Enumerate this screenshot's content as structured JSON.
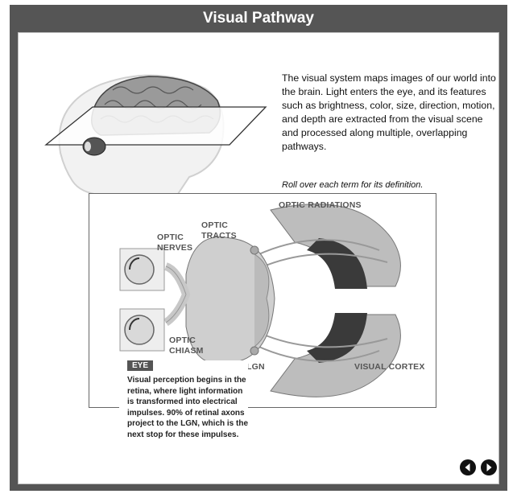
{
  "window": {
    "title": "Visual Pathway"
  },
  "intro_text": "The visual system maps images of our world into the brain.  Light enters the eye, and its features such as brightness, color, size, direction, motion, and depth are extracted from the visual scene and processed along multiple, overlapping pathways.",
  "hint": "Roll over each term for its definition.",
  "labels": {
    "optic_radiations": "OPTIC RADIATIONS",
    "optic_tracts_1": "OPTIC",
    "optic_tracts_2": "TRACTS",
    "optic_nerves_1": "OPTIC",
    "optic_nerves_2": "NERVES",
    "optic_chiasm_1": "OPTIC",
    "optic_chiasm_2": "CHIASM",
    "lgn": "LGN",
    "visual_cortex": "VISUAL CORTEX"
  },
  "definition": {
    "term": "EYE",
    "text": "Visual perception begins in the retina, where light information is transformed into electrical impulses. 90% of retinal axons project to the LGN, which is the next stop for these impulses."
  },
  "nav": {
    "prev_icon": "arrow-left-icon",
    "next_icon": "arrow-right-icon"
  }
}
